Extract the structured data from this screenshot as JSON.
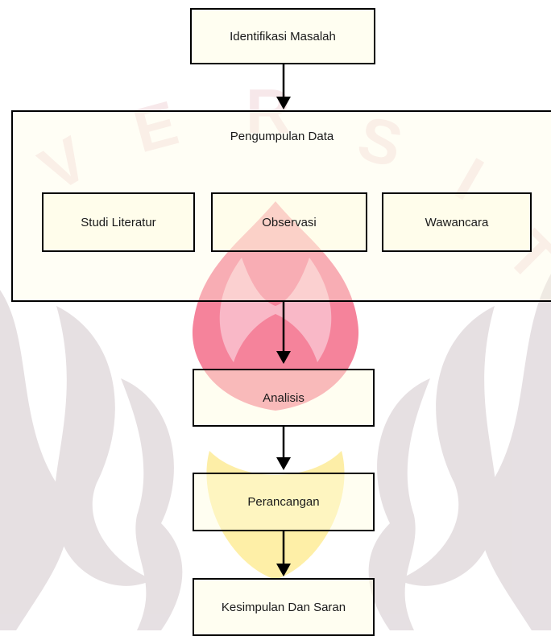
{
  "watermark": {
    "letters": [
      "V",
      "E",
      "R",
      "S",
      "I",
      "T"
    ],
    "icon": "flame-emblem-icon",
    "colors": {
      "flame_red": "#f25a7a",
      "flame_yellow": "#fde98a",
      "ornament": "#dcd3d7",
      "letters": "#f3dde0"
    }
  },
  "flowchart": {
    "step_1": "Identifikasi Masalah",
    "group": {
      "title": "Pengumpulan Data",
      "items": [
        "Studi Literatur",
        "Observasi",
        "Wawancara"
      ]
    },
    "step_2": "Analisis",
    "step_3": "Perancangan",
    "step_4": "Kesimpulan Dan Saran"
  },
  "colors": {
    "stroke": "#000000",
    "box_fill": "#fffde1"
  }
}
